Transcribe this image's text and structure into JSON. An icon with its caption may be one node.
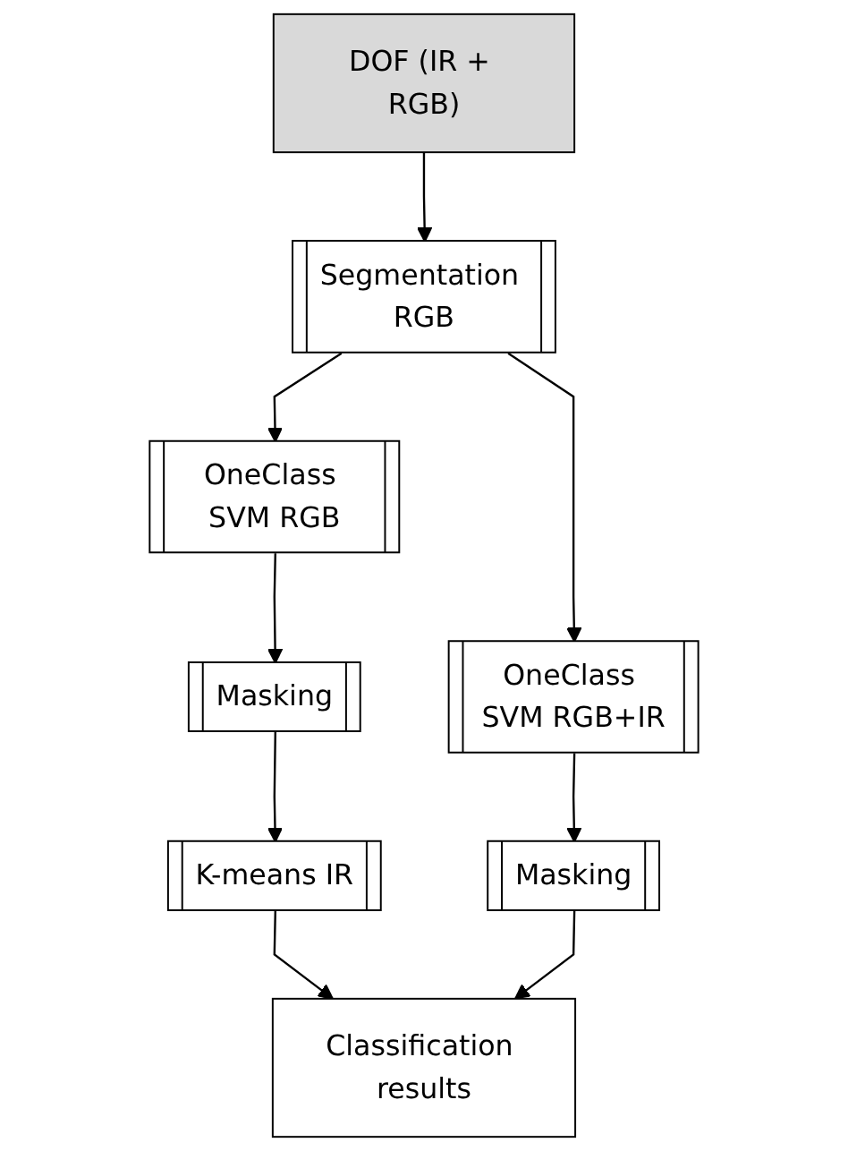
{
  "diagram": {
    "nodes": [
      {
        "text": [
          "DOF (IR + RGB)"
        ]
      },
      {
        "text": [
          "Segmentation RGB"
        ]
      },
      {
        "text": [
          "OneClass SVM RGB"
        ]
      },
      {
        "text": [
          "OneClass SVM RGB+IR"
        ]
      },
      {
        "text": [
          "Masking"
        ]
      },
      {
        "text": [
          "Masking"
        ]
      },
      {
        "text": [
          "K-means IR"
        ]
      },
      {
        "text": [
          "Classification results"
        ]
      }
    ],
    "edges": [
      {
        "from": 0,
        "to": 1,
        "arrow": "to"
      },
      {
        "from": 1,
        "to": 2,
        "arrow": "to"
      },
      {
        "from": 1,
        "to": 3,
        "arrow": "to"
      },
      {
        "from": 2,
        "to": 4,
        "arrow": "to"
      },
      {
        "from": 3,
        "to": 5,
        "arrow": "to"
      },
      {
        "from": 4,
        "to": 6,
        "arrow": "to"
      },
      {
        "from": 6,
        "to": 7,
        "arrow": "to"
      },
      {
        "from": 5,
        "to": 7,
        "arrow": "to"
      }
    ]
  }
}
